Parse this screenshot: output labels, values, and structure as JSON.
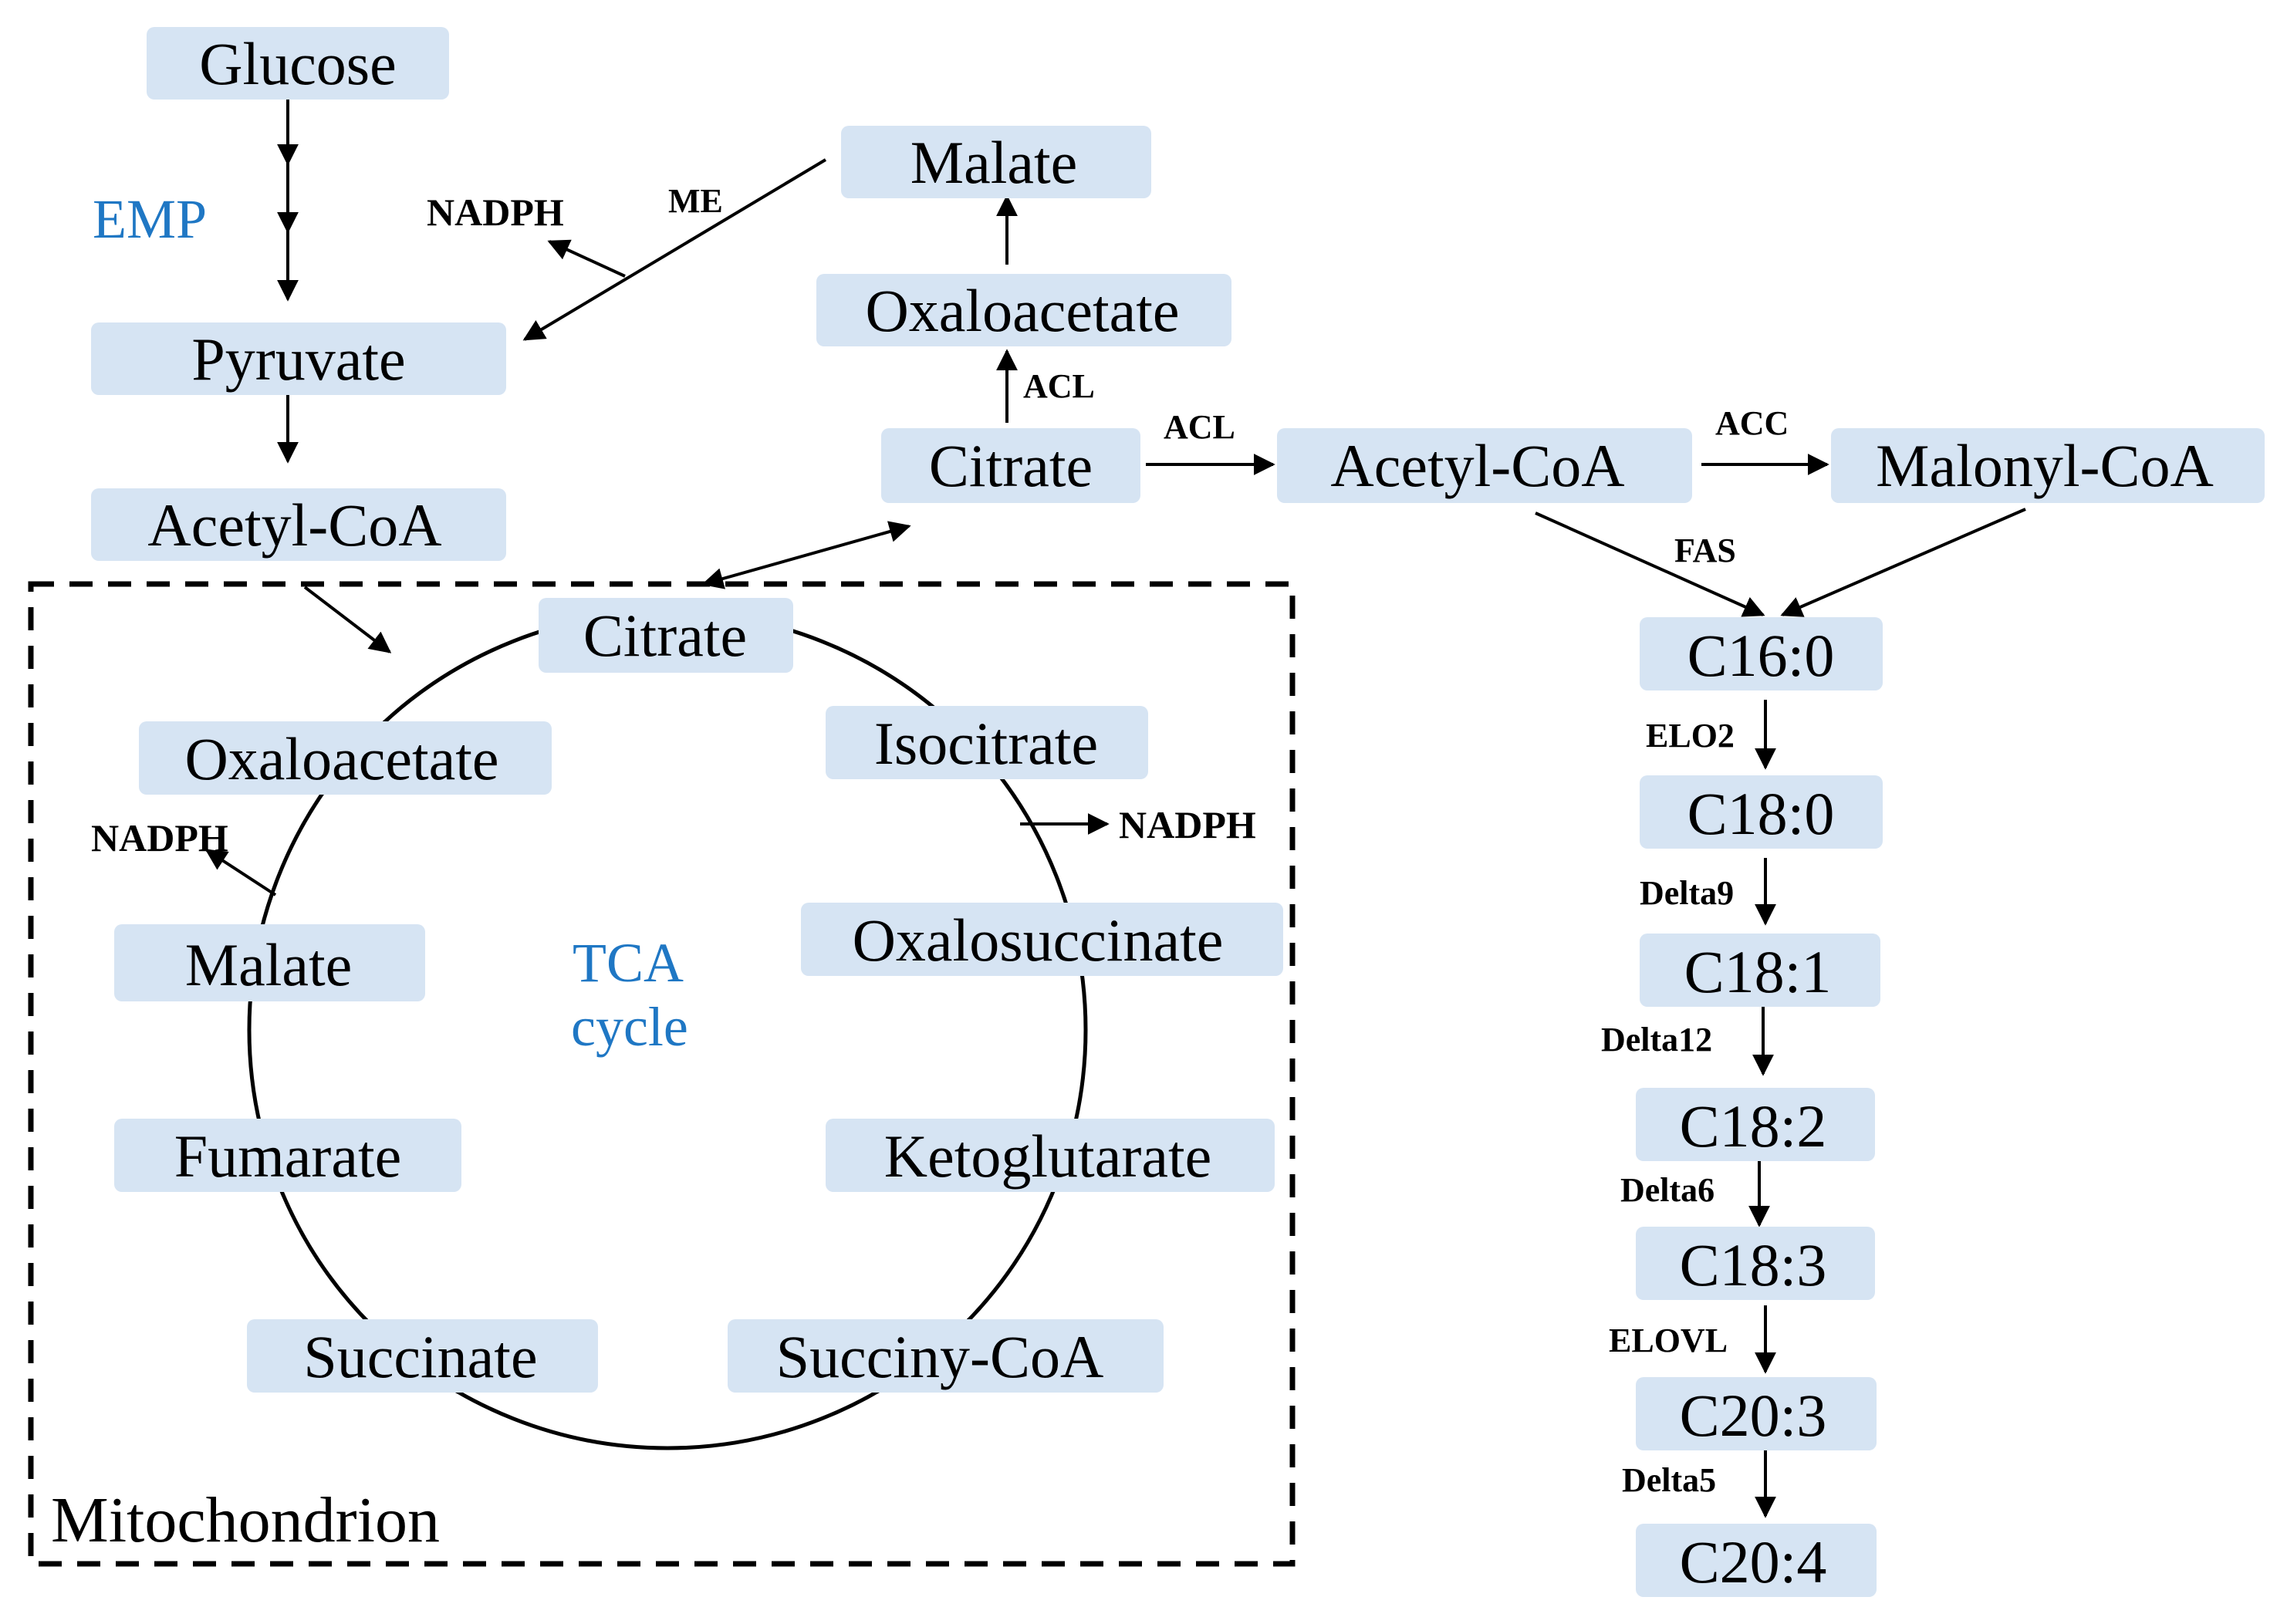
{
  "colors": {
    "node_fill": "#d6e4f3",
    "pathway_label": "#1f77c4",
    "stroke": "#000000"
  },
  "metabolites": {
    "glucose": "Glucose",
    "pyruvate": "Pyruvate",
    "acetyl_coa_cyto_left": "Acetyl-CoA",
    "malate_cyto": "Malate",
    "oxaloacetate_cyto": "Oxaloacetate",
    "citrate_cyto": "Citrate",
    "acetyl_coa_cyto_right": "Acetyl-CoA",
    "malonyl_coa": "Malonyl-CoA",
    "tca_citrate": "Citrate",
    "tca_isocitrate": "Isocitrate",
    "tca_oxalosuccinate": "Oxalosuccinate",
    "tca_ketoglutarate": "Ketoglutarate",
    "tca_succinyl_coa": "Succiny-CoA",
    "tca_succinate": "Succinate",
    "tca_fumarate": "Fumarate",
    "tca_malate": "Malate",
    "tca_oxaloacetate": "Oxaloacetate"
  },
  "fatty_acids": [
    "C16:0",
    "C18:0",
    "C18:1",
    "C18:2",
    "C18:3",
    "C20:3",
    "C20:4"
  ],
  "enzymes": {
    "me": "ME",
    "acl_up": "ACL",
    "acl_right": "ACL",
    "acc": "ACC",
    "fas": "FAS",
    "elongation_steps": [
      "ELO2",
      "Delta9",
      "Delta12",
      "Delta6",
      "ELOVL",
      "Delta5"
    ]
  },
  "cofactors": {
    "nadph_me": "NADPH",
    "nadph_isocitrate": "NADPH",
    "nadph_malate": "NADPH"
  },
  "pathways": {
    "emp": "EMP",
    "tca_line1": "TCA",
    "tca_line2": "cycle"
  },
  "compartment": {
    "label": "Mitochondrion"
  }
}
